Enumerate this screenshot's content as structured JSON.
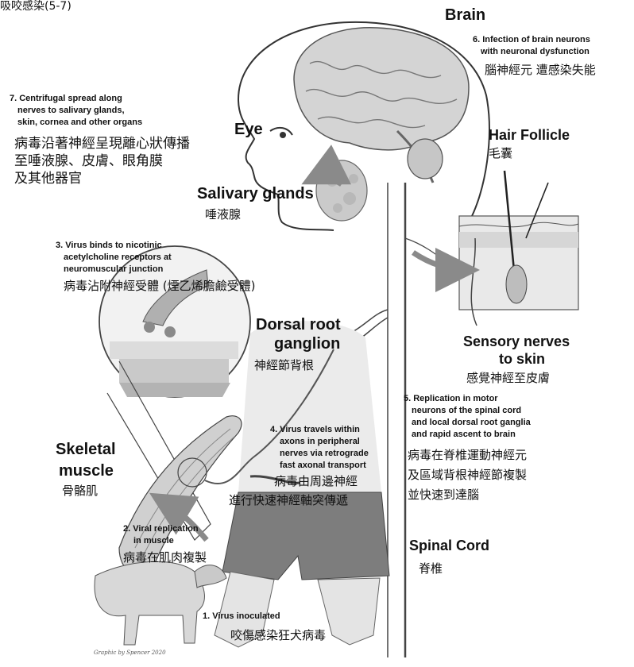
{
  "header_fragment": "吸咬感染(5-7)",
  "labels": {
    "brain": "Brain",
    "eye": "Eye",
    "hair_follicle": "Hair Follicle",
    "hair_follicle_zh": "毛囊",
    "salivary_glands": "Salivary glands",
    "salivary_glands_zh": "唾液腺",
    "dorsal_root_ganglion_line1": "Dorsal root",
    "dorsal_root_ganglion_line2": "ganglion",
    "dorsal_root_ganglion_zh": "神經節背根",
    "sensory_nerves_line1": "Sensory nerves",
    "sensory_nerves_line2": "to skin",
    "sensory_nerves_zh": "感覺神經至皮膚",
    "skeletal_muscle_line1": "Skeletal",
    "skeletal_muscle_line2": "muscle",
    "skeletal_muscle_zh": "骨骼肌",
    "spinal_cord": "Spinal Cord",
    "spinal_cord_zh": "脊椎",
    "artist_signature": "Graphic by Spencer 2020"
  },
  "steps": {
    "s1": {
      "text": "1. Virus inoculated",
      "zh": "咬傷感染狂犬病毒"
    },
    "s2": {
      "line1": "2. Viral replication",
      "line2": "in muscle",
      "zh": "病毒在肌肉複製"
    },
    "s3": {
      "line1": "3. Virus binds to nicotinic",
      "line2": "acetylcholine receptors at",
      "line3": "neuromuscular junction",
      "zh": "病毒沾附神經受體 (煙乙烯膽鹼受體)"
    },
    "s4": {
      "line1": "4. Virus travels within",
      "line2": "axons in peripheral",
      "line3": "nerves via retrograde",
      "line4": "fast axonal transport",
      "zh1": "病毒由周邊神經",
      "zh2": "進行快速神經軸突傳遞"
    },
    "s5": {
      "line1": "5. Replication in motor",
      "line2": "neurons of the spinal cord",
      "line3": "and local dorsal root ganglia",
      "line4": "and rapid ascent to brain",
      "zh1": "病毒在脊椎運動神經元",
      "zh2": "及區域背根神經節複製",
      "zh3": "並快速到達腦"
    },
    "s6": {
      "line1": "6. Infection of brain neurons",
      "line2": "with neuronal dysfunction",
      "zh": "腦神經元 遭感染失能"
    },
    "s7": {
      "line1": "7. Centrifugal spread along",
      "line2": "nerves to salivary glands,",
      "line3": "skin, cornea and other organs",
      "zh1": "病毒沿著神經呈現離心狀傳播",
      "zh2": "至唾液腺、皮膚、眼角膜",
      "zh3": "及其他器官"
    }
  },
  "colors": {
    "text": "#111111",
    "arrow": "#8a8a8a",
    "brain": "#bdbdbd",
    "figure": "#e2e2e2",
    "muscle": "#d2d2d2",
    "skin": "#cfcfcf"
  },
  "icons": [
    "brain-illustration",
    "hair-follicle-illustration",
    "spinal-cord-illustration",
    "dog-illustration",
    "human-body-illustration",
    "muscle-magnifier-illustration",
    "salivary-gland-illustration"
  ]
}
